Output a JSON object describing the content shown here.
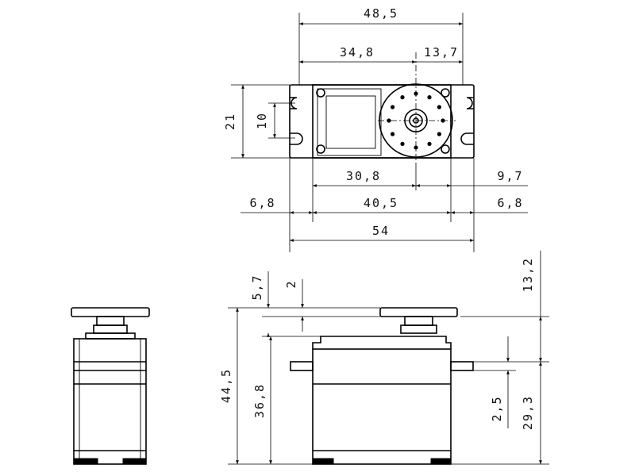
{
  "dimensions": {
    "total_length": "48,5",
    "center_offset": "34,8",
    "output_offset": "13,7",
    "width": "21",
    "hole_spacing": "10",
    "body_to_center": "30,8",
    "center_to_body_end": "9,7",
    "flange_left": "6,8",
    "body_length": "40,5",
    "flange_right": "6,8",
    "overall_length": "54",
    "horn_to_flange_top": "5,7",
    "horn_thickness": "2",
    "total_height": "44,5",
    "body_height": "36,8",
    "flange_thickness": "2,5",
    "height_above_flange": "13,2",
    "height_below_flange": "29,3"
  }
}
